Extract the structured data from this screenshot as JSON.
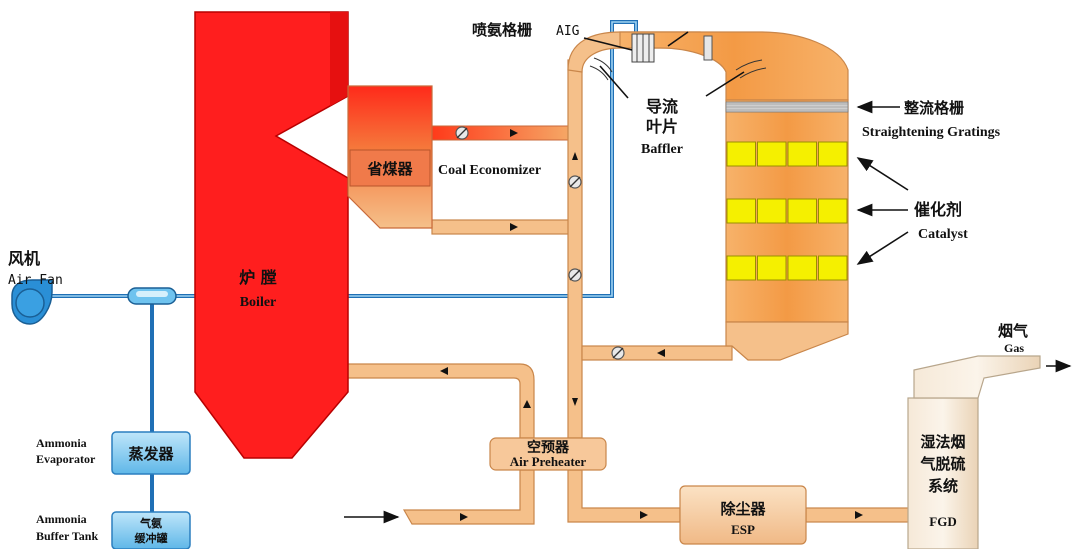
{
  "labels": {
    "air_fan_cn": "风机",
    "air_fan_en": "Air Fan",
    "boiler_cn": "炉 膛",
    "boiler_en": "Boiler",
    "economizer_cn": "省煤器",
    "economizer_en": "Coal Economizer",
    "aig_cn": "喷氨格栅",
    "aig_en": "AIG",
    "baffler_cn_1": "导流",
    "baffler_cn_2": "叶片",
    "baffler_en": "Baffler",
    "straightening_cn": "整流格栅",
    "straightening_en": "Straightening Gratings",
    "catalyst_cn": "催化剂",
    "catalyst_en": "Catalyst",
    "gas_cn": "烟气",
    "gas_en": "Gas",
    "evaporator_en_1": "Ammonia",
    "evaporator_en_2": "Evaporator",
    "evaporator_cn": "蒸发器",
    "buffer_en_1": "Ammonia",
    "buffer_en_2": "Buffer Tank",
    "buffer_cn_1": "气氨",
    "buffer_cn_2": "缓冲罐",
    "air_preheater_cn": "空预器",
    "air_preheater_en": "Air Preheater",
    "esp_cn": "除尘器",
    "esp_en": "ESP",
    "fgd_cn_1": "湿法烟",
    "fgd_cn_2": "气脱硫",
    "fgd_cn_3": "系统",
    "fgd_en": "FGD"
  },
  "colors": {
    "boiler": "#ff1e1e",
    "flue_gas": "#f5c08a",
    "reactor": "#f2a75c",
    "catalyst": "#f5f000",
    "ammonia_pipe": "#1f6fb5",
    "equipment_box": "#8fd0f2"
  },
  "catalyst_layers": 3,
  "catalyst_cells_per_layer": 4
}
